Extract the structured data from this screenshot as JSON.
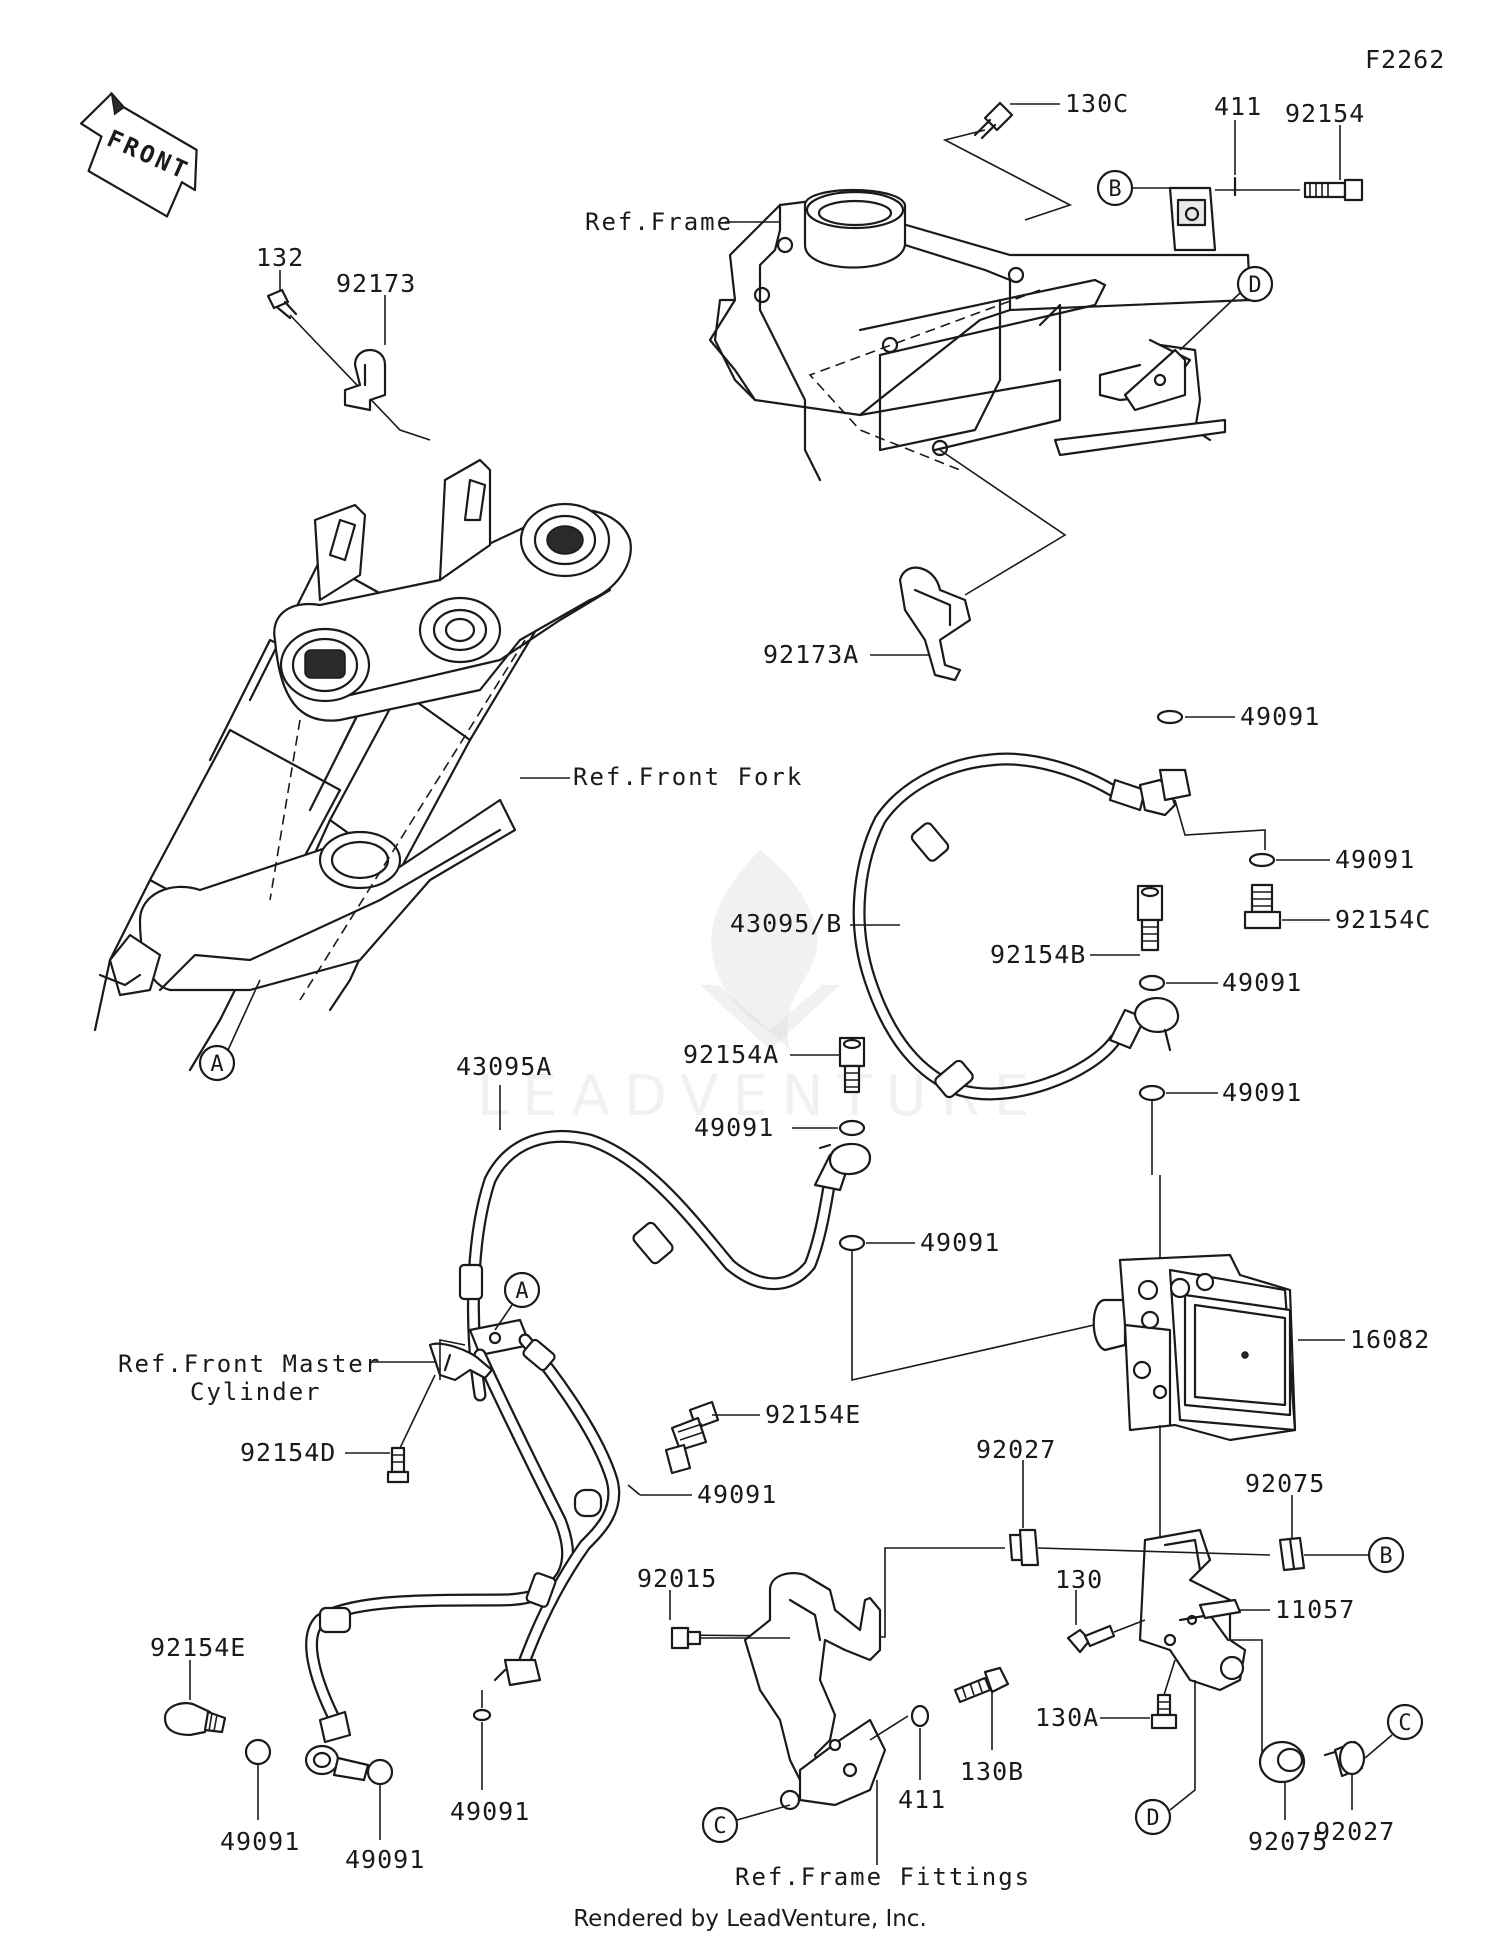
{
  "figure_code": "F2262",
  "front_arrow_label": "FRONT",
  "footer": "Rendered by LeadVenture, Inc.",
  "watermark": "LEADVENTURE",
  "references": {
    "frame": "Ref.Frame",
    "front_fork": "Ref.Front Fork",
    "front_master_cylinder_line1": "Ref.Front Master",
    "front_master_cylinder_line2": "Cylinder",
    "frame_fittings": "Ref.Frame Fittings"
  },
  "parts": {
    "p130C": "130C",
    "p411_top": "411",
    "p92154": "92154",
    "p132": "132",
    "p92173": "92173",
    "p92173A": "92173A",
    "p49091_1": "49091",
    "p49091_2": "49091",
    "p92154C": "92154C",
    "p43095B": "43095/B",
    "p92154B": "92154B",
    "p49091_3": "49091",
    "p49091_4": "49091",
    "p43095A": "43095A",
    "p92154A": "92154A",
    "p49091_5": "49091",
    "p49091_6": "49091",
    "p16082": "16082",
    "p92154E_1": "92154E",
    "p49091_7": "49091",
    "p92154D": "92154D",
    "p92027_1": "92027",
    "p92075_1": "92075",
    "p92015": "92015",
    "p130": "130",
    "p11057": "11057",
    "p92154E_2": "92154E",
    "p130A": "130A",
    "p130B": "130B",
    "p411_bottom": "411",
    "p49091_8": "49091",
    "p49091_9": "49091",
    "p49091_10": "49091",
    "p92075_2": "92075",
    "p92027_2": "92027"
  },
  "callouts": {
    "A_fork": "A",
    "A_hose": "A",
    "B_frame": "B",
    "B_bracket": "B",
    "C_fittings": "C",
    "C_right": "C",
    "D_frame": "D",
    "D_bracket": "D"
  }
}
